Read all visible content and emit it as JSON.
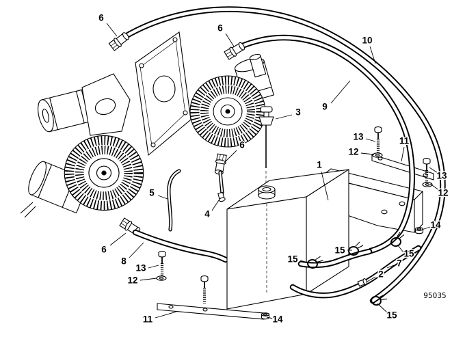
{
  "diagram": {
    "drawing_number": "95035"
  },
  "callouts": [
    {
      "label": "6"
    },
    {
      "label": "6"
    },
    {
      "label": "10"
    },
    {
      "label": "9"
    },
    {
      "label": "3"
    },
    {
      "label": "13"
    },
    {
      "label": "12"
    },
    {
      "label": "11"
    },
    {
      "label": "6"
    },
    {
      "label": "1"
    },
    {
      "label": "13"
    },
    {
      "label": "12"
    },
    {
      "label": "5"
    },
    {
      "label": "4"
    },
    {
      "label": "6"
    },
    {
      "label": "14"
    },
    {
      "label": "15"
    },
    {
      "label": "15"
    },
    {
      "label": "15"
    },
    {
      "label": "7"
    },
    {
      "label": "8"
    },
    {
      "label": "13"
    },
    {
      "label": "12"
    },
    {
      "label": "2"
    },
    {
      "label": "15"
    },
    {
      "label": "11"
    },
    {
      "label": "14"
    }
  ]
}
